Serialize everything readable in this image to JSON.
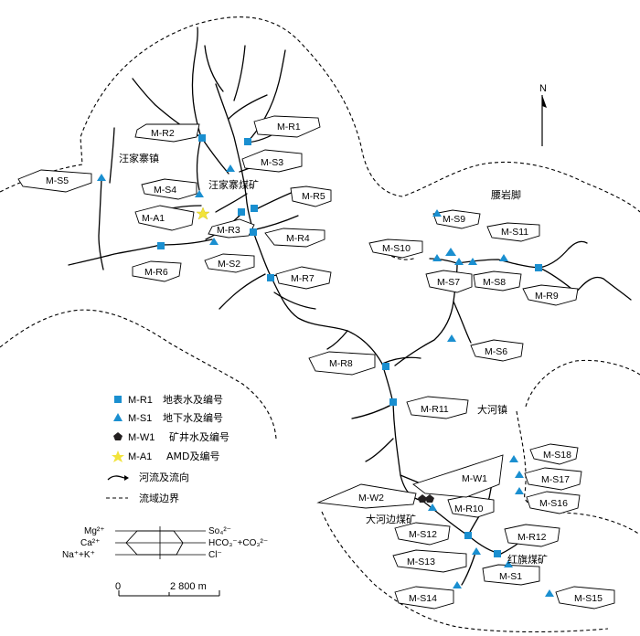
{
  "towns": {
    "wangjiazhai_town": "汪家寨镇",
    "wangjiazhai_mine": "汪家寨煤矿",
    "yaoyanjiao": "腰岩脚",
    "dahe_town": "大河镇",
    "dahebian_mine": "大河边煤矿",
    "hongqi_mine": "红旗煤矿"
  },
  "north_label": "N",
  "scale": {
    "zero": "0",
    "distance": "2 800 m"
  },
  "legend": {
    "items": [
      {
        "code": "M-R1",
        "text": "地表水及编号",
        "symbol": "square",
        "color": "#1a8fd0"
      },
      {
        "code": "M-S1",
        "text": "地下水及编号",
        "symbol": "triangle",
        "color": "#1a8fd0"
      },
      {
        "code": "M-W1",
        "text": "矿井水及编号",
        "symbol": "pentagon",
        "color": "#231f20"
      },
      {
        "code": "M-A1",
        "text": "AMD及编号",
        "symbol": "star",
        "color": "#f2e33a"
      }
    ],
    "river_text": "河流及流向",
    "boundary_text": "流域边界"
  },
  "stiff_ions": {
    "mg": "Mg²⁺",
    "ca": "Ca²⁺",
    "na": "Na⁺+K⁺",
    "so4": "So₄²⁻",
    "hco3": "HCO₃⁻+CO₃²⁻",
    "cl": "Cl⁻"
  },
  "samples": {
    "surface": [
      "M-R1",
      "M-R2",
      "M-R3",
      "M-R4",
      "M-R5",
      "M-R6",
      "M-R7",
      "M-R8",
      "M-R9",
      "M-R10",
      "M-R11",
      "M-R12"
    ],
    "ground": [
      "M-S1",
      "M-S2",
      "M-S3",
      "M-S4",
      "M-S5",
      "M-S6",
      "M-S7",
      "M-S8",
      "M-S9",
      "M-S10",
      "M-S11",
      "M-S12",
      "M-S13",
      "M-S14",
      "M-S15",
      "M-S16",
      "M-S17",
      "M-S18"
    ],
    "mine": [
      "M-W1",
      "M-W2"
    ],
    "amd": [
      "M-A1"
    ]
  },
  "colors": {
    "marker_blue": "#1a8fd0",
    "mine_black": "#231f20",
    "amd_yellow": "#f2e33a"
  }
}
